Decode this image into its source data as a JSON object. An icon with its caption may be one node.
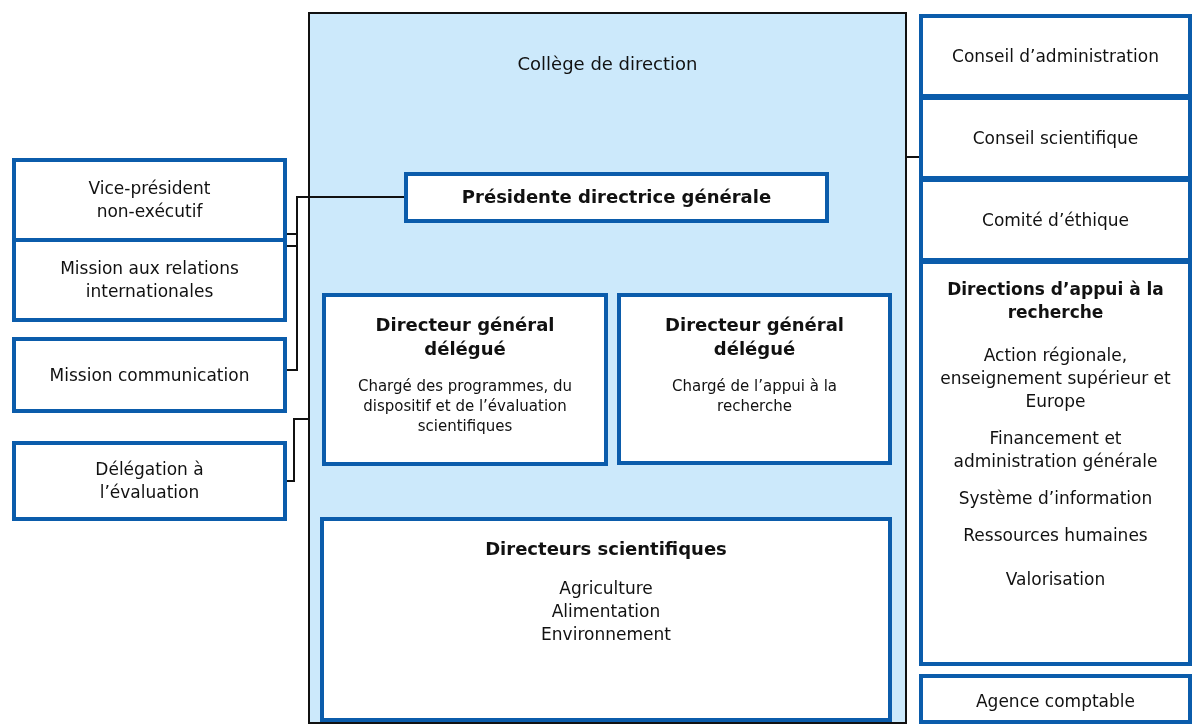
{
  "diagram": {
    "nodes": [
      {
        "text": [
          "Collège de direction"
        ]
      },
      {
        "text": [
          "Présidente directrice générale"
        ],
        "in": 0
      },
      {
        "text": [
          "Directeur général délégué",
          "Chargé des programmes, du dispositif et de l’évaluation scientifiques"
        ],
        "in": 0
      },
      {
        "text": [
          "Directeur général délégué",
          "Chargé de l’appui à la recherche"
        ],
        "in": 0
      },
      {
        "text": [
          "Directeurs scientifiques",
          "Agriculture",
          "Alimentation",
          "Environnement"
        ],
        "in": 0
      },
      {
        "text": [
          "Vice-président non-exécutif"
        ]
      },
      {
        "text": [
          "Mission aux relations internationales"
        ]
      },
      {
        "text": [
          "Mission communication"
        ]
      },
      {
        "text": [
          "Délégation à l’évaluation"
        ]
      },
      {
        "text": [
          "Conseil d’administration"
        ]
      },
      {
        "text": [
          "Conseil scientifique"
        ]
      },
      {
        "text": [
          "Comité d’éthique"
        ]
      },
      {
        "text": [
          "Directions d’appui à la recherche",
          "Action régionale, enseignement supérieur et Europe",
          "Financement et administration générale",
          "Système d’information",
          "Ressources humaines",
          "Valorisation"
        ]
      },
      {
        "text": [
          "Agence comptable"
        ]
      }
    ],
    "edges": [
      {
        "from": 1,
        "to": 5,
        "arrow": "none"
      },
      {
        "from": 1,
        "to": 6,
        "arrow": "none"
      },
      {
        "from": 1,
        "to": 7,
        "arrow": "none"
      },
      {
        "from": 0,
        "to": 8,
        "arrow": "none"
      },
      {
        "from": 0,
        "to": 10,
        "arrow": "none"
      }
    ]
  }
}
